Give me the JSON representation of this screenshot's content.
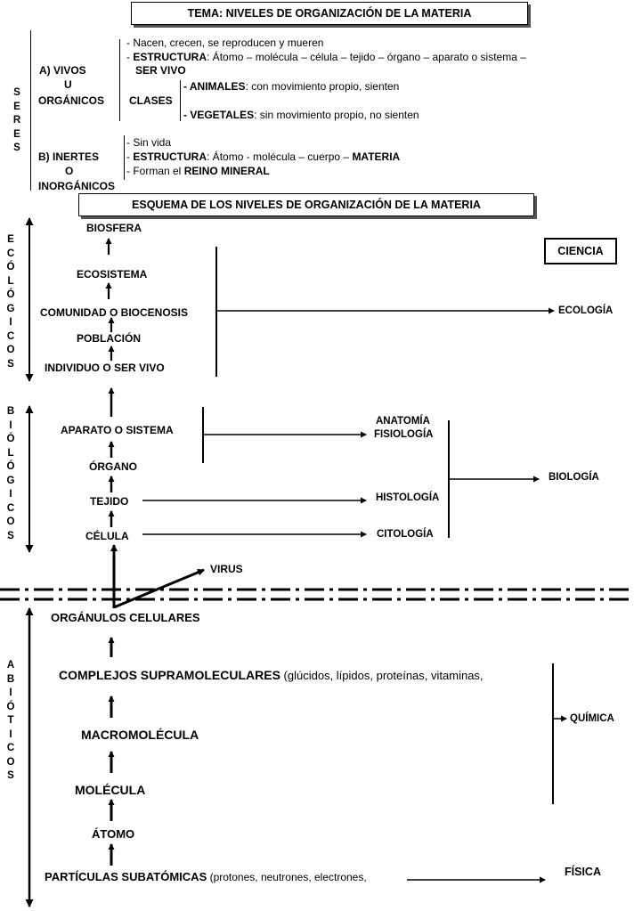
{
  "title": "TEMA: NIVELES DE ORGANIZACIÓN DE LA MATERIA",
  "seres_letters": [
    "S",
    "E",
    "R",
    "E",
    "S"
  ],
  "vivos": {
    "label_a": "A) VIVOS",
    "label_u": "U",
    "label_org": "ORGÁNICOS",
    "line1": "- Nacen, crecen, se reproducen y mueren",
    "estructura_dash": "- ",
    "estructura_label": "ESTRUCTURA",
    "estructura_text": ": Átomo – molécula – célula – tejido – órgano – aparato o sistema –",
    "ser_vivo": "SER VIVO",
    "clases": "CLASES",
    "animales_label": "- ANIMALES",
    "animales_text": ": con movimiento propio, sienten",
    "vegetales_label": "- VEGETALES",
    "vegetales_text": ": sin movimiento propio, no sienten"
  },
  "inertes": {
    "label_b": "B) INERTES",
    "label_o": "O",
    "label_inorg": "INORGÁNICOS",
    "line1": "- Sin vida",
    "estructura_dash": "- ",
    "estructura_label": "ESTRUCTURA",
    "estructura_text": ": Átomo - molécula – cuerpo – ",
    "materia": "MATERIA",
    "line3_text": "-  Forman el ",
    "reino": "REINO MINERAL"
  },
  "scheme_title": "ESQUEMA DE LOS NIVELES DE ORGANIZACIÓN DE LA MATERIA",
  "ciencia": "CIENCIA",
  "side_labels": {
    "ecologicos": [
      "E",
      "C",
      "Ó",
      "L",
      "Ó",
      "G",
      "I",
      "C",
      "O",
      "S"
    ],
    "biologicos": [
      "B",
      "I",
      "Ó",
      "L",
      "Ó",
      "G",
      "I",
      "C",
      "O",
      "S"
    ],
    "abioticos": [
      "A",
      "B",
      "I",
      "Ó",
      "T",
      "I",
      "C",
      "O",
      "S"
    ]
  },
  "levels": {
    "biosfera": "BIOSFERA",
    "ecosistema": "ECOSISTEMA",
    "comunidad": "COMUNIDAD O BIOCENOSIS",
    "poblacion": "POBLACIÓN",
    "individuo": "INDIVIDUO O SER VIVO",
    "aparato": "APARATO O SISTEMA",
    "organo": "ÓRGANO",
    "tejido": "TEJIDO",
    "celula": "CÉLULA",
    "virus": "VIRUS",
    "organulos": "ORGÁNULOS CELULARES",
    "complejos": "COMPLEJOS SUPRAMOLECULARES",
    "complejos_note": " (glúcidos, lípidos, proteínas, vitaminas,",
    "macromolecula": "MACROMOLÉCULA",
    "molecula": "MOLÉCULA",
    "atomo": "ÁTOMO",
    "particulas": "PARTÍCULAS SUBATÓMICAS",
    "particulas_note": " (protones, neutrones, electrones,"
  },
  "sciences": {
    "ecologia": "ECOLOGÍA",
    "anatomia": "ANATOMÍA",
    "fisiologia": "FISIOLOGÍA",
    "histologia": "HISTOLOGÍA",
    "citologia": "CITOLOGÍA",
    "biologia": "BIOLOGÍA",
    "quimica": "QUÍMICA",
    "fisica": "FÍSICA"
  }
}
